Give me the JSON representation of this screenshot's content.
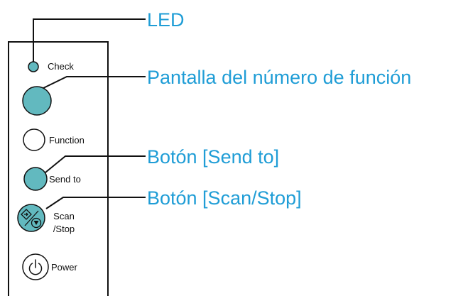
{
  "colors": {
    "accent": "#1f9dd6",
    "button_fill": "#62b9bf",
    "stroke": "#111111",
    "background": "#ffffff"
  },
  "panel": {
    "check_label": "Check",
    "function_label": "Function",
    "send_to_label": "Send to",
    "scan_label_line1": "Scan",
    "scan_label_line2": "/Stop",
    "power_label": "Power"
  },
  "callouts": {
    "led": "LED",
    "function_number_display": "Pantalla del número de función",
    "send_to_button": "Botón [Send to]",
    "scan_stop_button": "Botón [Scan/Stop]"
  },
  "icons": {
    "scan_stop": "scan-stop-icon",
    "power": "power-icon"
  }
}
